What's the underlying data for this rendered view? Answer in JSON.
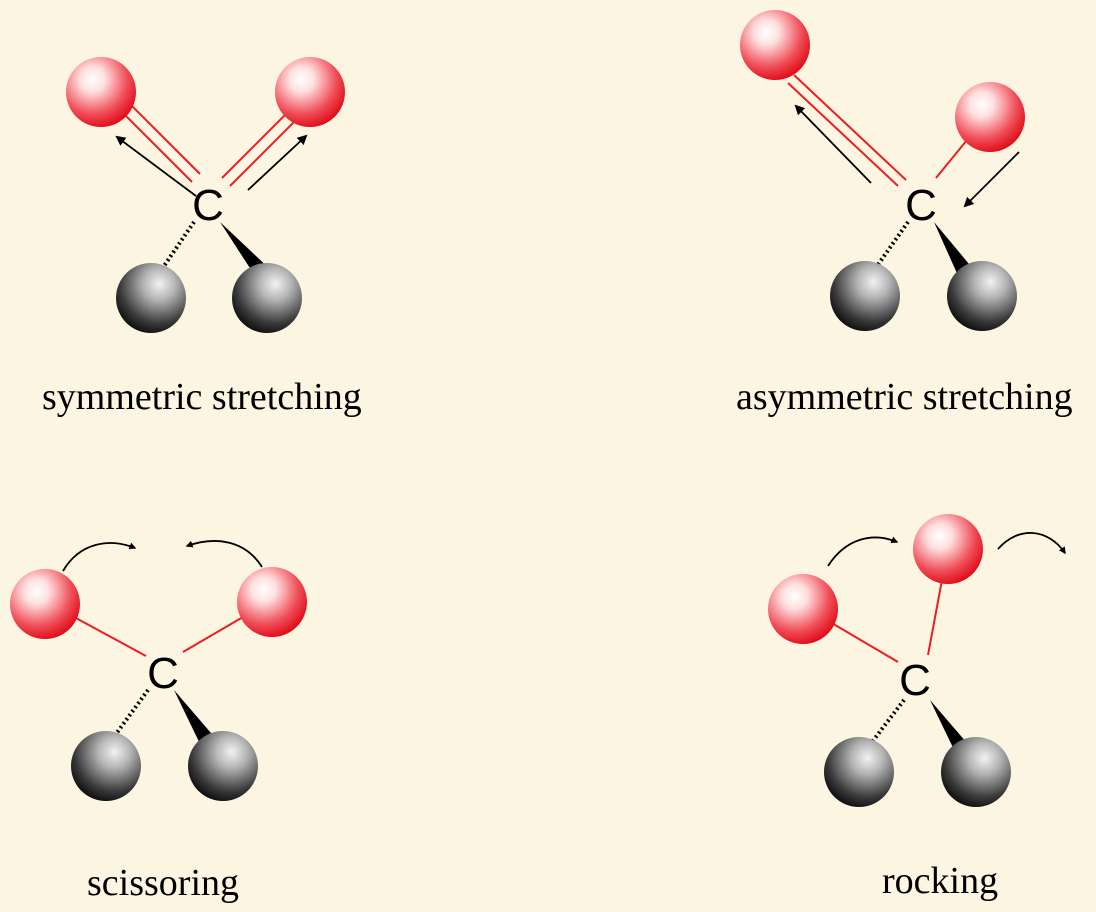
{
  "colors": {
    "background": "#fcf5e1",
    "oxygen": "#ee1c24",
    "oxygen_highlight": "#ffffff",
    "hydrogen": "#111111",
    "hydrogen_highlight": "#f2f2f2",
    "bond_to_oxygen": "#ee1c24",
    "bond_to_hydrogen": "#000000",
    "arrow": "#000000"
  },
  "panels": [
    {
      "id": "symmetric",
      "caption": "symmetric stretching",
      "center_label": "C",
      "atoms": [
        "oxygen",
        "oxygen",
        "hydrogen",
        "hydrogen"
      ],
      "double_bonds_to_oxygen": true
    },
    {
      "id": "asymmetric",
      "caption": "asymmetric stretching",
      "center_label": "C",
      "atoms": [
        "oxygen",
        "oxygen",
        "hydrogen",
        "hydrogen"
      ],
      "double_bonds_to_oxygen": true
    },
    {
      "id": "scissoring",
      "caption": "scissoring",
      "center_label": "C",
      "atoms": [
        "oxygen",
        "oxygen",
        "hydrogen",
        "hydrogen"
      ],
      "double_bonds_to_oxygen": false
    },
    {
      "id": "rocking",
      "caption": "rocking",
      "center_label": "C",
      "atoms": [
        "oxygen",
        "oxygen",
        "hydrogen",
        "hydrogen"
      ],
      "double_bonds_to_oxygen": false
    }
  ]
}
